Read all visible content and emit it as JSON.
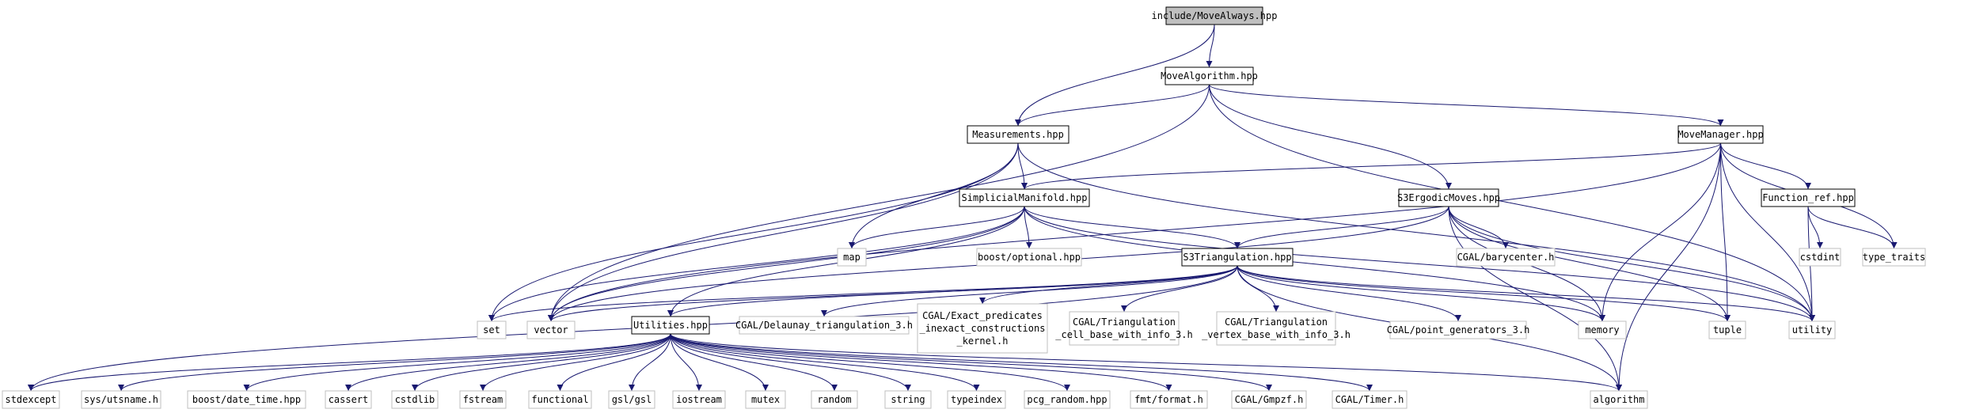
{
  "nodes": [
    {
      "id": "root",
      "label": "include/MoveAlways.hpp",
      "kind": "root"
    },
    {
      "id": "movealgo",
      "label": "MoveAlgorithm.hpp",
      "kind": "local"
    },
    {
      "id": "meas",
      "label": "Measurements.hpp",
      "kind": "local"
    },
    {
      "id": "movemgr",
      "label": "MoveManager.hpp",
      "kind": "local"
    },
    {
      "id": "simpman",
      "label": "SimplicialManifold.hpp",
      "kind": "local"
    },
    {
      "id": "s3erg",
      "label": "S3ErgodicMoves.hpp",
      "kind": "local"
    },
    {
      "id": "funcref",
      "label": "Function_ref.hpp",
      "kind": "local"
    },
    {
      "id": "s3tri",
      "label": "S3Triangulation.hpp",
      "kind": "local"
    },
    {
      "id": "util",
      "label": "Utilities.hpp",
      "kind": "local"
    },
    {
      "id": "map",
      "label": "map",
      "kind": "sys"
    },
    {
      "id": "boostopt",
      "label": "boost/optional.hpp",
      "kind": "sys"
    },
    {
      "id": "cgalbary",
      "label": "CGAL/barycenter.h",
      "kind": "sys"
    },
    {
      "id": "cstdint",
      "label": "cstdint",
      "kind": "sys"
    },
    {
      "id": "typetraits",
      "label": "type_traits",
      "kind": "sys"
    },
    {
      "id": "set",
      "label": "set",
      "kind": "sys"
    },
    {
      "id": "vector",
      "label": "vector",
      "kind": "sys"
    },
    {
      "id": "cgaldel",
      "label": "CGAL/Delaunay_triangulation_3.h",
      "kind": "sys"
    },
    {
      "id": "cgalexact",
      "lines": [
        "CGAL/Exact_predicates",
        "_inexact_constructions",
        "_kernel.h"
      ],
      "kind": "sys"
    },
    {
      "id": "cgalcell",
      "lines": [
        "CGAL/Triangulation",
        "_cell_base_with_info_3.h"
      ],
      "kind": "sys"
    },
    {
      "id": "cgalvert",
      "lines": [
        "CGAL/Triangulation",
        "_vertex_base_with_info_3.h"
      ],
      "kind": "sys"
    },
    {
      "id": "cgalpoint",
      "label": "CGAL/point_generators_3.h",
      "kind": "sys"
    },
    {
      "id": "memory",
      "label": "memory",
      "kind": "sys"
    },
    {
      "id": "tuple",
      "label": "tuple",
      "kind": "sys"
    },
    {
      "id": "utility",
      "label": "utility",
      "kind": "sys"
    },
    {
      "id": "stdexcept",
      "label": "stdexcept",
      "kind": "sys"
    },
    {
      "id": "utsname",
      "label": "sys/utsname.h",
      "kind": "sys"
    },
    {
      "id": "boostdt",
      "label": "boost/date_time.hpp",
      "kind": "sys"
    },
    {
      "id": "cassert",
      "label": "cassert",
      "kind": "sys"
    },
    {
      "id": "cstdlib",
      "label": "cstdlib",
      "kind": "sys"
    },
    {
      "id": "fstream",
      "label": "fstream",
      "kind": "sys"
    },
    {
      "id": "functional",
      "label": "functional",
      "kind": "sys"
    },
    {
      "id": "gsl",
      "label": "gsl/gsl",
      "kind": "sys"
    },
    {
      "id": "iostream",
      "label": "iostream",
      "kind": "sys"
    },
    {
      "id": "mutex",
      "label": "mutex",
      "kind": "sys"
    },
    {
      "id": "random",
      "label": "random",
      "kind": "sys"
    },
    {
      "id": "string",
      "label": "string",
      "kind": "sys"
    },
    {
      "id": "typeindex",
      "label": "typeindex",
      "kind": "sys"
    },
    {
      "id": "pcgrandom",
      "label": "pcg_random.hpp",
      "kind": "sys"
    },
    {
      "id": "fmtformat",
      "label": "fmt/format.h",
      "kind": "sys"
    },
    {
      "id": "cgalgmpzf",
      "label": "CGAL/Gmpzf.h",
      "kind": "sys"
    },
    {
      "id": "cgaltimer",
      "label": "CGAL/Timer.h",
      "kind": "sys"
    },
    {
      "id": "algorithm",
      "label": "algorithm",
      "kind": "sys"
    }
  ],
  "edges": [
    [
      "root",
      "movealgo"
    ],
    [
      "root",
      "meas"
    ],
    [
      "movealgo",
      "meas"
    ],
    [
      "movealgo",
      "movemgr"
    ],
    [
      "movealgo",
      "s3erg"
    ],
    [
      "movealgo",
      "vector"
    ],
    [
      "movealgo",
      "utility"
    ],
    [
      "meas",
      "simpman"
    ],
    [
      "meas",
      "map"
    ],
    [
      "meas",
      "set"
    ],
    [
      "meas",
      "vector"
    ],
    [
      "meas",
      "utility"
    ],
    [
      "movemgr",
      "simpman"
    ],
    [
      "movemgr",
      "funcref"
    ],
    [
      "movemgr",
      "memory"
    ],
    [
      "movemgr",
      "tuple"
    ],
    [
      "movemgr",
      "typetraits"
    ],
    [
      "movemgr",
      "utility"
    ],
    [
      "movemgr",
      "algorithm"
    ],
    [
      "movemgr",
      "vector"
    ],
    [
      "simpman",
      "s3tri"
    ],
    [
      "simpman",
      "map"
    ],
    [
      "simpman",
      "boostopt"
    ],
    [
      "simpman",
      "set"
    ],
    [
      "simpman",
      "vector"
    ],
    [
      "simpman",
      "utility"
    ],
    [
      "simpman",
      "util"
    ],
    [
      "simpman",
      "memory"
    ],
    [
      "s3erg",
      "s3tri"
    ],
    [
      "s3erg",
      "cgalbary"
    ],
    [
      "s3erg",
      "tuple"
    ],
    [
      "s3erg",
      "utility"
    ],
    [
      "s3erg",
      "vector"
    ],
    [
      "s3erg",
      "memory"
    ],
    [
      "s3erg",
      "algorithm"
    ],
    [
      "funcref",
      "cstdint"
    ],
    [
      "funcref",
      "typetraits"
    ],
    [
      "funcref",
      "utility"
    ],
    [
      "s3tri",
      "util"
    ],
    [
      "s3tri",
      "cgaldel"
    ],
    [
      "s3tri",
      "cgalexact"
    ],
    [
      "s3tri",
      "cgalcell"
    ],
    [
      "s3tri",
      "cgalvert"
    ],
    [
      "s3tri",
      "cgalpoint"
    ],
    [
      "s3tri",
      "memory"
    ],
    [
      "s3tri",
      "tuple"
    ],
    [
      "s3tri",
      "utility"
    ],
    [
      "s3tri",
      "set"
    ],
    [
      "s3tri",
      "vector"
    ],
    [
      "s3tri",
      "algorithm"
    ],
    [
      "s3tri",
      "stdexcept"
    ],
    [
      "util",
      "stdexcept"
    ],
    [
      "util",
      "utsname"
    ],
    [
      "util",
      "boostdt"
    ],
    [
      "util",
      "cassert"
    ],
    [
      "util",
      "cstdlib"
    ],
    [
      "util",
      "fstream"
    ],
    [
      "util",
      "functional"
    ],
    [
      "util",
      "gsl"
    ],
    [
      "util",
      "iostream"
    ],
    [
      "util",
      "mutex"
    ],
    [
      "util",
      "random"
    ],
    [
      "util",
      "string"
    ],
    [
      "util",
      "typeindex"
    ],
    [
      "util",
      "pcgrandom"
    ],
    [
      "util",
      "fmtformat"
    ],
    [
      "util",
      "cgalgmpzf"
    ],
    [
      "util",
      "cgaltimer"
    ],
    [
      "util",
      "algorithm"
    ]
  ],
  "colors": {
    "edge": "#191970",
    "sys_border": "#bfbfbf",
    "root_fill": "#bfbfbf",
    "local_border": "#000000"
  }
}
